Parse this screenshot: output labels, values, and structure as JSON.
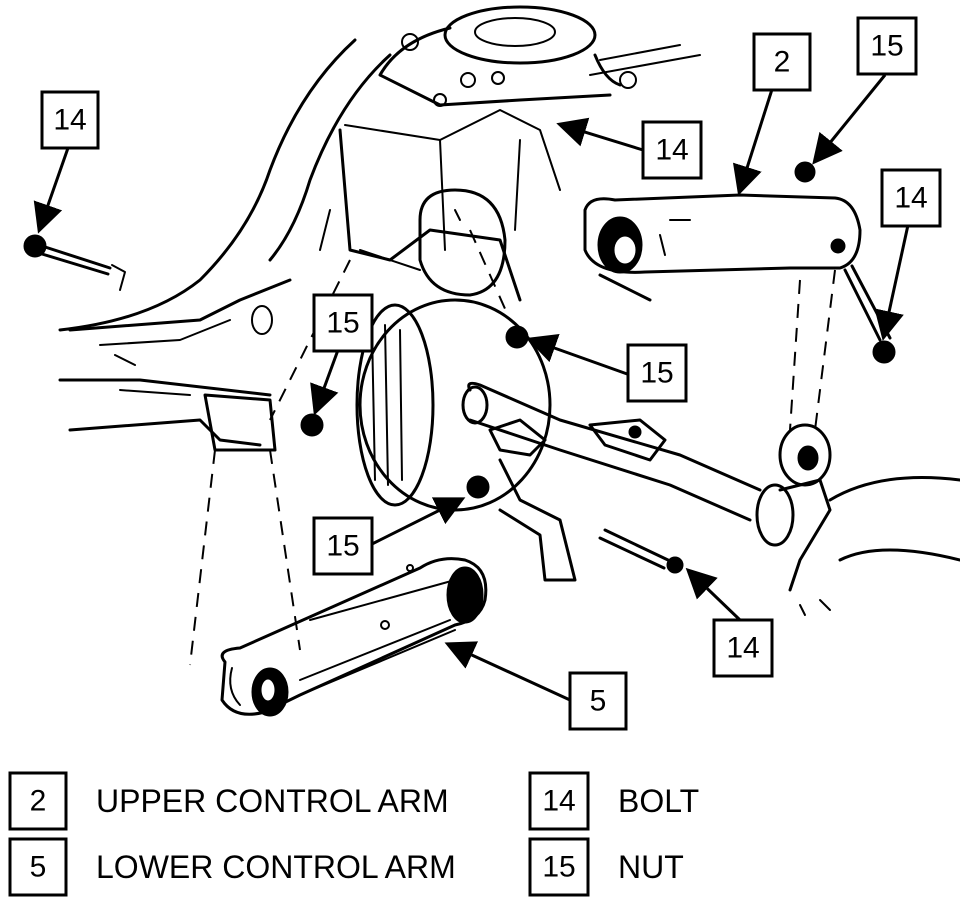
{
  "callouts": [
    {
      "id": "c14a",
      "label": "14"
    },
    {
      "id": "c14b",
      "label": "14"
    },
    {
      "id": "c2",
      "label": "2"
    },
    {
      "id": "c15a",
      "label": "15"
    },
    {
      "id": "c14c",
      "label": "14"
    },
    {
      "id": "c15b",
      "label": "15"
    },
    {
      "id": "c15c",
      "label": "15"
    },
    {
      "id": "c15d",
      "label": "15"
    },
    {
      "id": "c14d",
      "label": "14"
    },
    {
      "id": "c5",
      "label": "5"
    }
  ],
  "legend": [
    {
      "number": "2",
      "text": "UPPER CONTROL ARM"
    },
    {
      "number": "5",
      "text": "LOWER CONTROL ARM"
    },
    {
      "number": "14",
      "text": "BOLT"
    },
    {
      "number": "15",
      "text": "NUT"
    }
  ]
}
